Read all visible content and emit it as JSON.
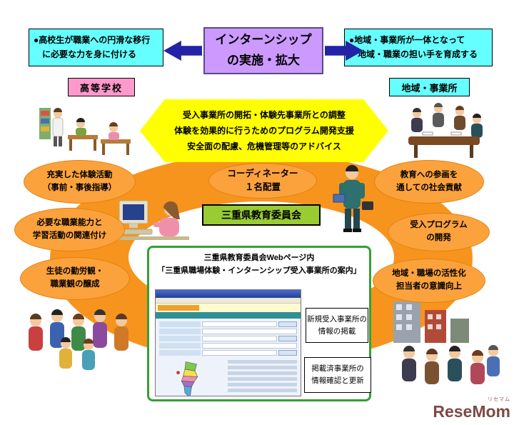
{
  "title": "インターンシップ\nの実施・拡大",
  "goals": {
    "left": "●高校生が職業への円滑な移行\n　に必要な力を身に付ける",
    "right": "●地域・事業所が一体となって\n　地域・職業の担い手を育成する"
  },
  "labels": {
    "school": "高等学校",
    "region": "地域・事業所"
  },
  "support_banner": "受入事業所の開拓・体験先事業所との調整\n体験を効果的に行うためのプログラム開発支援\n安全面の配慮、危機管理等のアドバイス",
  "coordinator": "コーディネーター\n１名配置",
  "board": "三重県教育委員会",
  "school_benefits": [
    "充実した体験活動\n（事前・事後指導）",
    "必要な職業能力と\n学習活動の関連付け",
    "生徒の勤労観・\n職業観の醸成"
  ],
  "region_benefits": [
    "教育への参画を\n通しての社会貢献",
    "受入プログラム\nの開発",
    "地域・職場の活性化\n担当者の意識向上"
  ],
  "web_section": {
    "title": "三重県教育委員会Webページ内\n「三重県職場体験・インターンシップ受入事業所の案内」",
    "notes": [
      "新規受入事業所の\n情報の掲載",
      "掲載済事業所の\n情報確認と更新"
    ]
  },
  "watermark": {
    "logo": "ReseMom",
    "ruby": "リセマム"
  },
  "colors": {
    "ring_orange": "#f7941d",
    "oval_orange": "#fca23c",
    "title_purple": "#cc99ff",
    "goal_cyan": "#66ffff",
    "school_pink": "#ff99cc",
    "banner_yellow": "#ffff00",
    "board_green": "#99cc33",
    "arrow_navy": "#2323a8",
    "web_border_green": "#33a033",
    "logo_maroon": "#7c4a45"
  }
}
